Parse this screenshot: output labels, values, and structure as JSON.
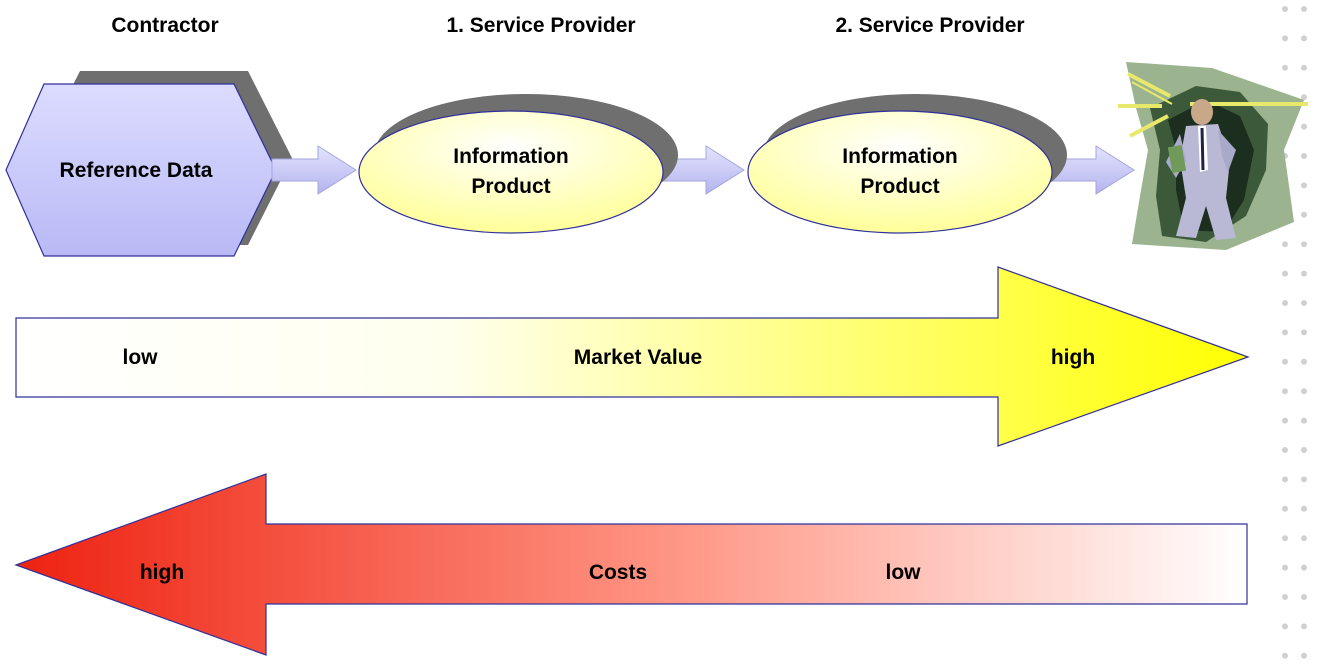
{
  "headers": {
    "contractor": "Contractor",
    "provider1": "1. Service Provider",
    "provider2": "2. Service Provider"
  },
  "nodes": {
    "reference": "Reference Data",
    "product1": {
      "line1": "Information",
      "line2": "Product"
    },
    "product2": {
      "line1": "Information",
      "line2": "Product"
    }
  },
  "market_value_arrow": {
    "label": "Market Value",
    "left_text": "low",
    "right_text": "high",
    "start_color": "#ffffff",
    "end_color": "#ffff00"
  },
  "costs_arrow": {
    "label": "Costs",
    "left_text": "high",
    "right_text": "low",
    "start_color": "#ee2211",
    "end_color": "#ffffff"
  },
  "colors": {
    "hexagon_fill": "#c9c9ff",
    "hexagon_stroke": "#30309a",
    "ellipse_fill": "#ffffb8",
    "ellipse_stroke": "#30309a",
    "shadow": "#6f6f6f",
    "connector": "#c4c4f4",
    "dots": "#d0d0d0"
  },
  "icons": {
    "end_user": "businessman-clipart-icon"
  }
}
